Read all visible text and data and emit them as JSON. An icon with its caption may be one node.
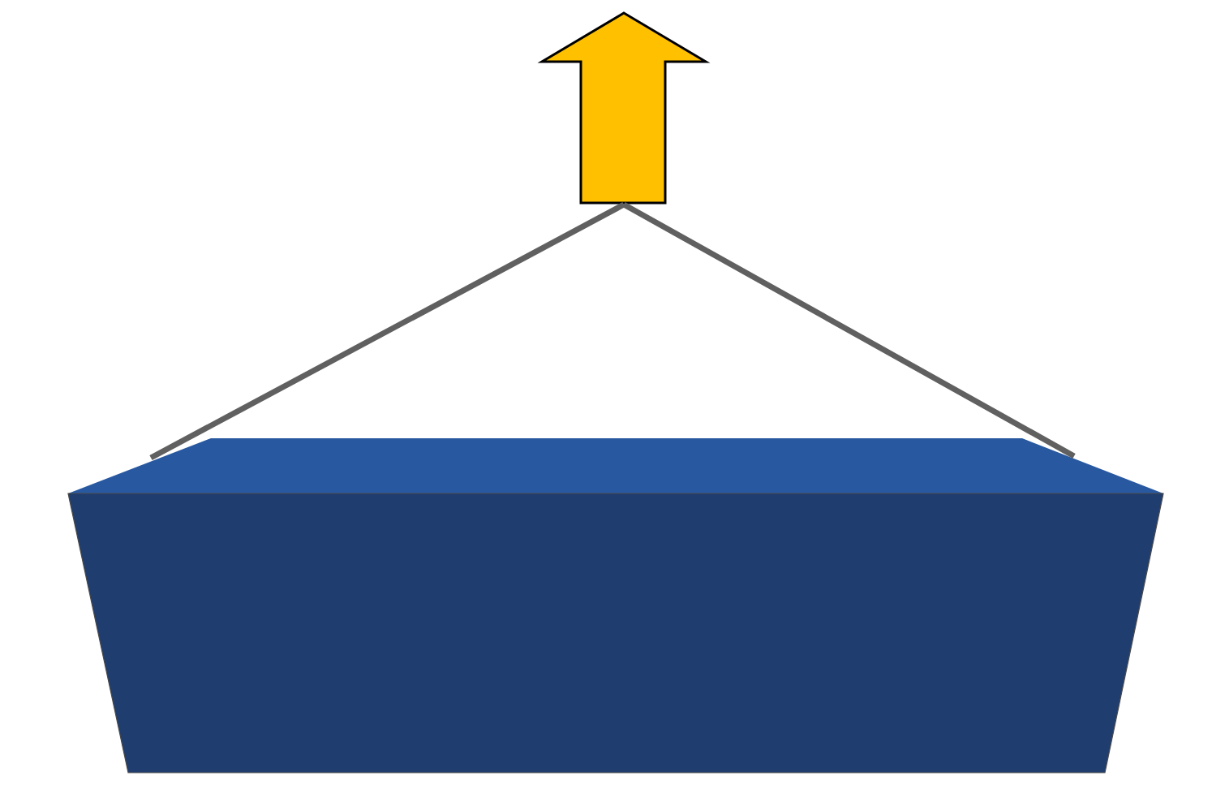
{
  "diagram": {
    "nodes": [
      {
        "text": [],
        "shape": "box"
      },
      {
        "text": [],
        "shape": "arrow"
      }
    ],
    "edges": [
      {
        "from": 0,
        "to": 1,
        "arrow": "none"
      },
      {
        "from": 0,
        "to": 1,
        "arrow": "none"
      }
    ]
  }
}
